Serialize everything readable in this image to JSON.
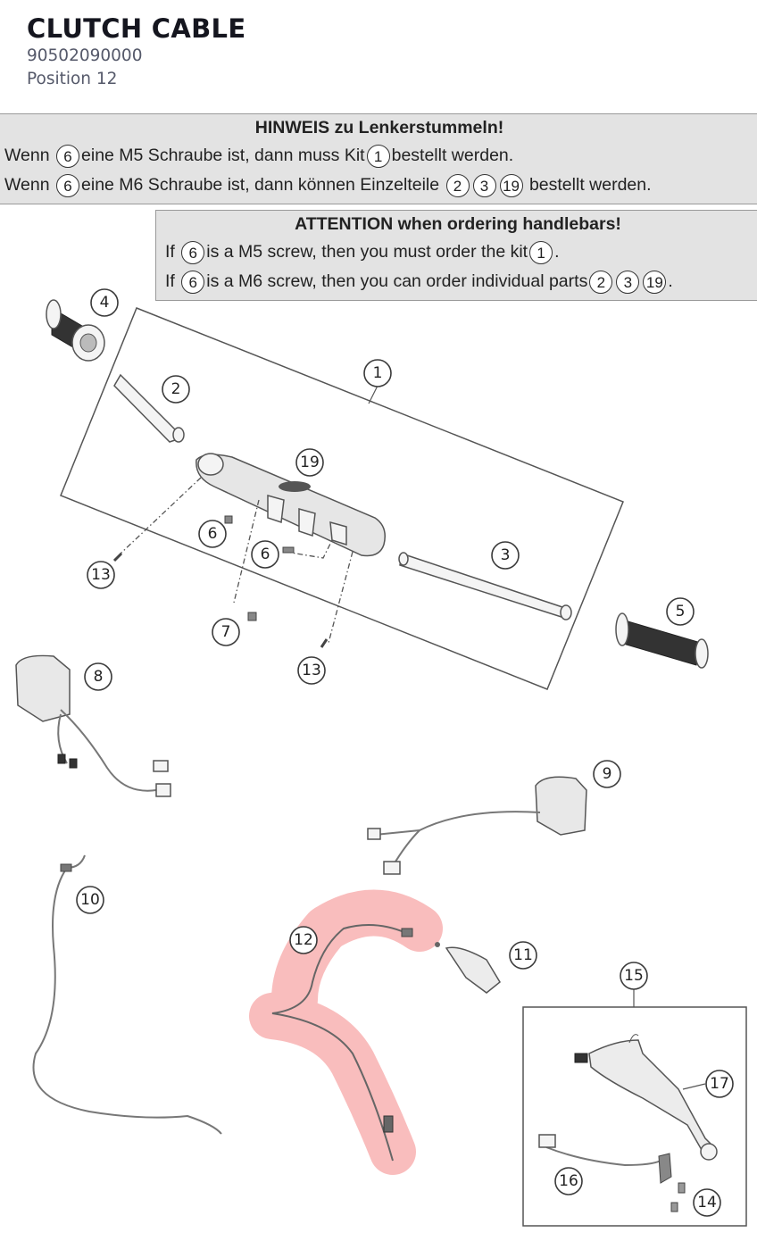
{
  "header": {
    "title": "CLUTCH CABLE",
    "part_number": "90502090000",
    "position": "Position 12"
  },
  "notice_de": {
    "heading": "HINWEIS zu Lenkerstummeln!",
    "l1_a": "Wenn",
    "l1_ref1": "6",
    "l1_b": "eine M5 Schraube ist, dann muss Kit",
    "l1_ref2": "1",
    "l1_c": "bestellt werden.",
    "l2_a": "Wenn",
    "l2_ref1": "6",
    "l2_b": "eine M6 Schraube ist, dann können Einzelteile",
    "l2_ref2": "2",
    "l2_ref3": "3",
    "l2_ref4": "19",
    "l2_c": "bestellt werden."
  },
  "notice_en": {
    "heading": "ATTENTION when ordering handlebars!",
    "l1_a": "If",
    "l1_ref1": "6",
    "l1_b": "is a M5 screw, then you must order the kit",
    "l1_ref2": "1",
    "l1_c": ".",
    "l2_a": "If",
    "l2_ref1": "6",
    "l2_b": "is a M6 screw, then you can order individual parts",
    "l2_ref2": "2",
    "l2_ref3": "3",
    "l2_ref4": "19",
    "l2_c": "."
  },
  "callouts": {
    "c1": "1",
    "c2": "2",
    "c3": "3",
    "c4": "4",
    "c5": "5",
    "c6a": "6",
    "c6b": "6",
    "c7": "7",
    "c8": "8",
    "c9": "9",
    "c10": "10",
    "c11": "11",
    "c12": "12",
    "c13a": "13",
    "c13b": "13",
    "c14": "14",
    "c15": "15",
    "c16": "16",
    "c17": "17",
    "c19": "19"
  },
  "colors": {
    "highlight": "#f05a5a",
    "notice_bg": "#e3e3e3"
  },
  "highlighted_part": "12"
}
